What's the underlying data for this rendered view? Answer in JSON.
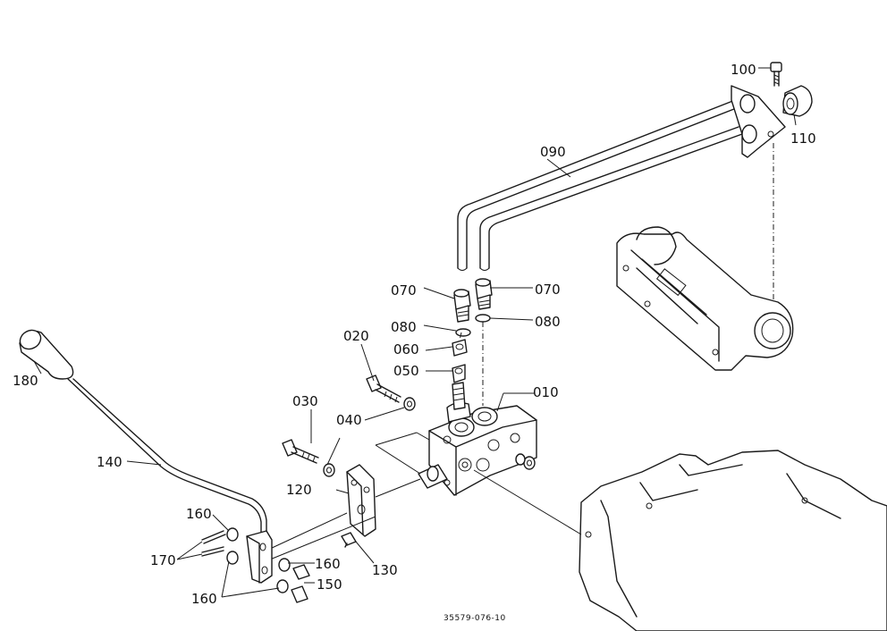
{
  "labels": {
    "p010": "010",
    "p020": "020",
    "p030": "030",
    "p040": "040",
    "p050": "050",
    "p060": "060",
    "p070_left": "070",
    "p070_right": "070",
    "p080_left": "080",
    "p080_right": "080",
    "p090": "090",
    "p100": "100",
    "p110": "110",
    "p120": "120",
    "p130": "130",
    "p140": "140",
    "p150": "150",
    "p160_top": "160",
    "p160_right": "160",
    "p160_bottom": "160",
    "p170": "170",
    "p180": "180"
  },
  "drawing_code": "35579-076-10"
}
